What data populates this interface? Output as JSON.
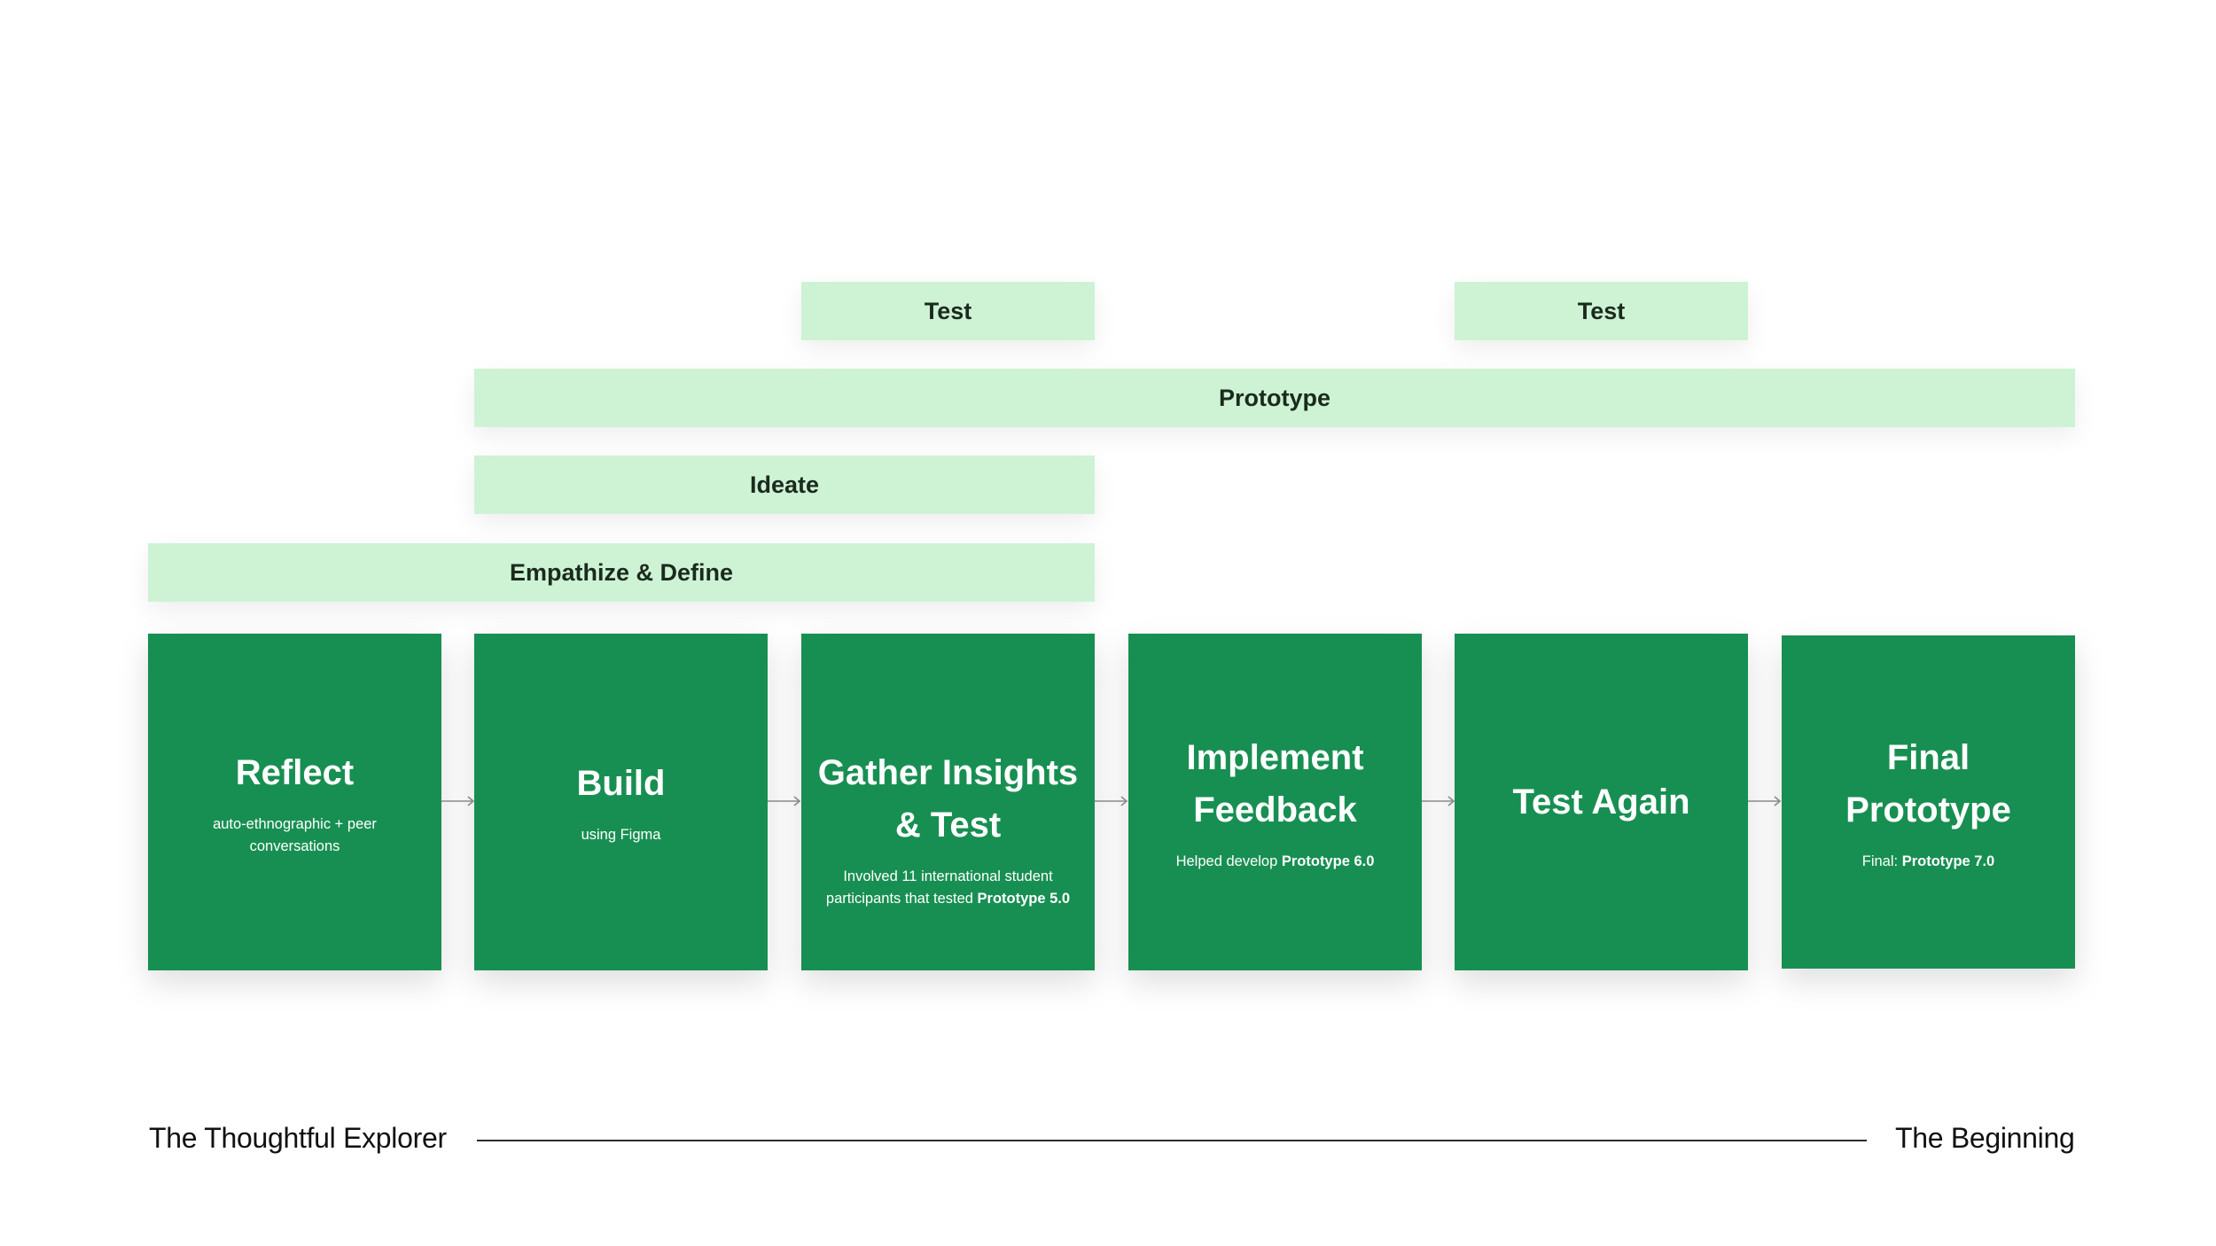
{
  "phases": {
    "test_1": "Test",
    "test_2": "Test",
    "prototype": "Prototype",
    "ideate": "Ideate",
    "empathize": "Empathize & Define"
  },
  "steps": [
    {
      "title": "Reflect",
      "sub": "auto-ethnographic + peer conversations"
    },
    {
      "title": "Build",
      "sub": "using Figma"
    },
    {
      "title": "Gather Insights & Test",
      "sub": "Involved 11 international student participants that tested ",
      "sub_bold": "Prototype 5.0"
    },
    {
      "title": "Implement Feedback",
      "sub": "Helped develop ",
      "sub_bold": "Prototype 6.0"
    },
    {
      "title": "Test Again"
    },
    {
      "title": "Final Prototype",
      "sub": "Final: ",
      "sub_bold": "Prototype 7.0"
    }
  ],
  "footer": {
    "left": "The Thoughtful Explorer",
    "right": "The Beginning"
  },
  "colors": {
    "phase_fill": "#cdf3d4",
    "card_fill": "#188f52",
    "arrow": "#8a8a8a"
  }
}
